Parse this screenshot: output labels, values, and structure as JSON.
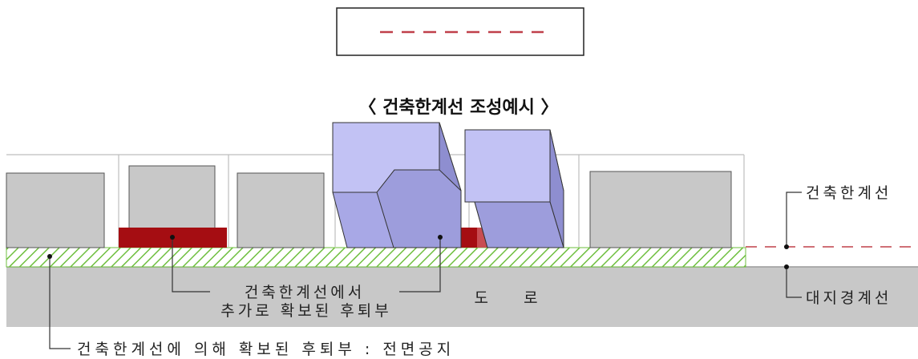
{
  "title": "〈 건축한계선 조성예시 〉",
  "labels": {
    "building_line": "건축한계선",
    "lot_boundary": "대지경계선",
    "setback_line1": "건축한계선에서",
    "setback_line2": "추가로 확보된 후퇴부",
    "road": "도    로",
    "front_space": "건축한계선에 의해 확보된 후퇴부 : 전면공지"
  },
  "colors": {
    "building_gray": "#c8c8c8",
    "building_purple": "#b9b9ee",
    "setback_red": "#a50d12",
    "hatch_green": "#6fbf3f",
    "road_gray": "#c8c8c8",
    "legend_dash": "#c0404a"
  }
}
